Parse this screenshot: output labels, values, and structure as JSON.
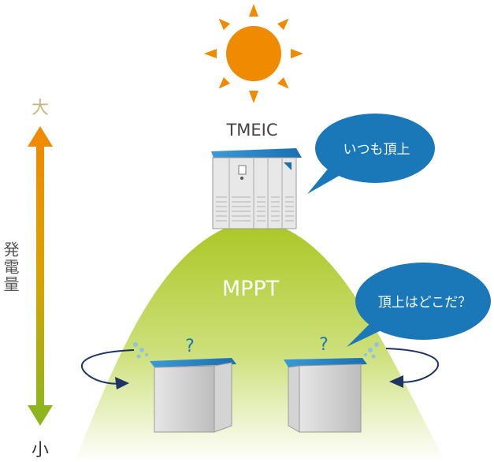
{
  "scale": {
    "top_label": "大",
    "axis_label": "発電量",
    "bottom_label": "小"
  },
  "labels": {
    "tmeic": "TMEIC",
    "mppt": "MPPT",
    "question_mark_left": "?",
    "question_mark_right": "?"
  },
  "bubbles": {
    "top_text": "いつも頂上",
    "bottom_text": "頂上はどこだ？"
  },
  "colors": {
    "sun": "#f08a00",
    "bubble": "#1a78b9",
    "arrow_top": "#f08a00",
    "arrow_bottom": "#8fb51e",
    "hill": "#b7cf3a",
    "question": "#1a78b9",
    "rotation_arrow": "#1d3563"
  },
  "icons": {
    "sun": "sun-icon",
    "rotation": "rotation-arrow-icon",
    "splash": "sweat-drop-icon"
  }
}
